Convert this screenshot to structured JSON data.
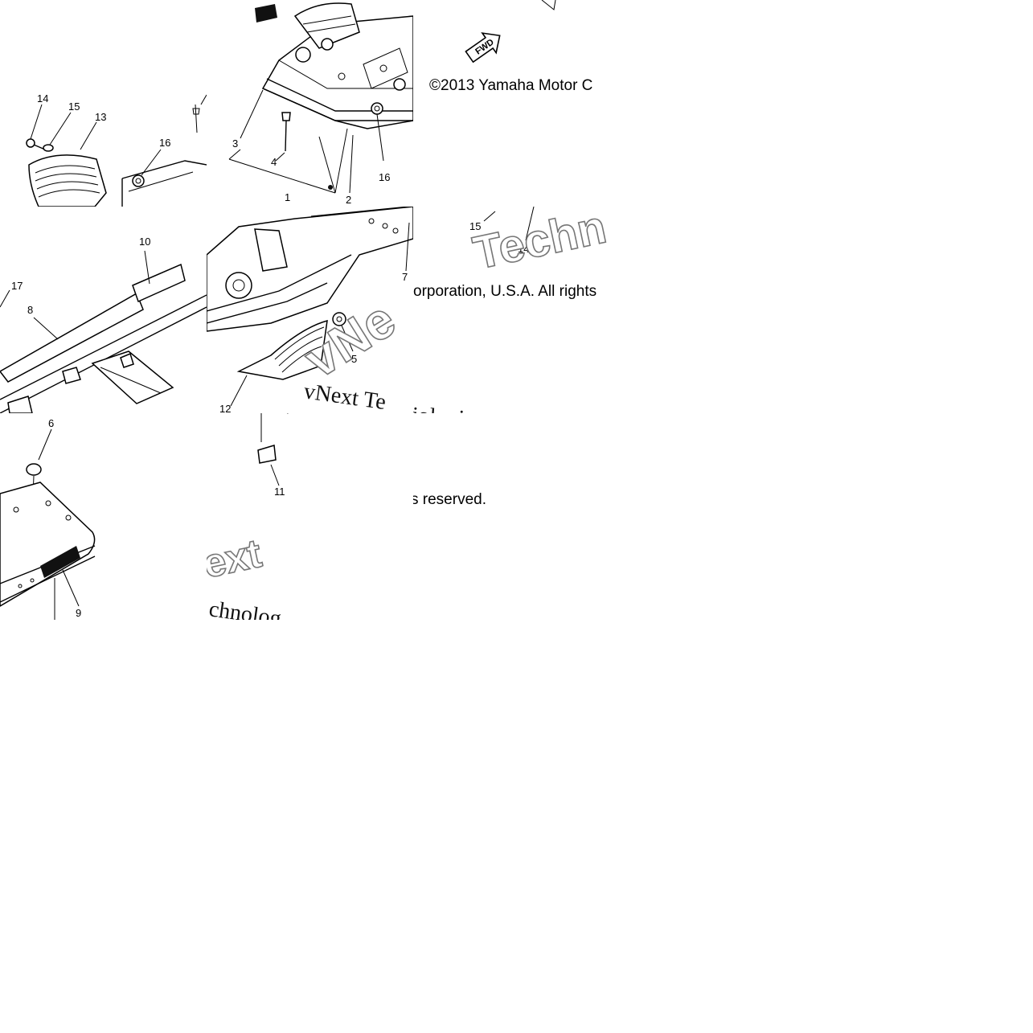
{
  "copyright": {
    "line1": "©2013 Yamaha Motor C",
    "line2": "orporation, U.S.A. All rights",
    "line3": "s reserved."
  },
  "watermark": {
    "fragment_a": "Techn",
    "fragment_b": "vNe",
    "fragment_c": "olog",
    "fragment_d": "vNext Te",
    "fragment_e": "iologi",
    "fragment_f": "ext",
    "fragment_g": "chnolog"
  },
  "direction_arrow": {
    "label": "FWD"
  },
  "callouts": {
    "c1": "1",
    "c2": "2",
    "c3": "3",
    "c4": "4",
    "c5": "5",
    "c6": "6",
    "c7": "7",
    "c8": "8",
    "c9": "9",
    "c10": "10",
    "c11": "11",
    "c12": "12",
    "c13": "13",
    "c14": "14",
    "c15": "15",
    "c16": "16",
    "c17": "17",
    "c14b": "14",
    "c15b": "15",
    "c16b": "16"
  }
}
